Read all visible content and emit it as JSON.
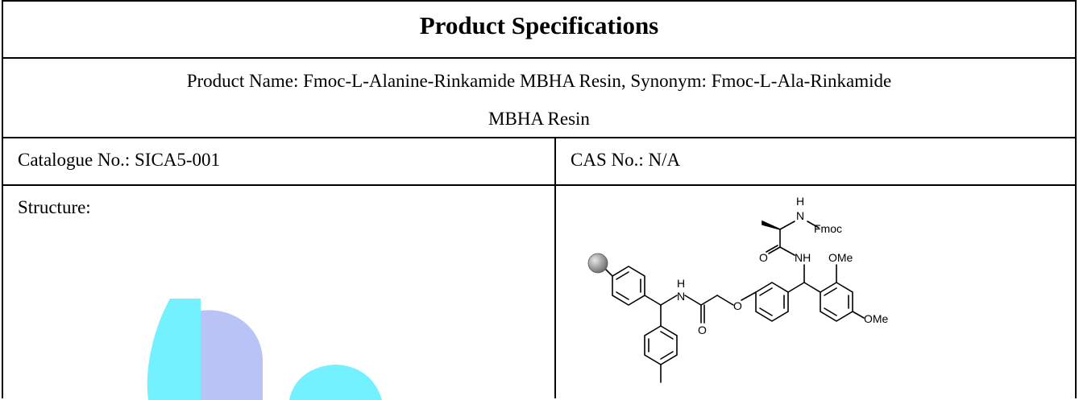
{
  "header": {
    "title": "Product Specifications"
  },
  "product": {
    "name_line1": "Product Name: Fmoc-L-Alanine-Rinkamide MBHA Resin, Synonym: Fmoc-L-Ala-Rinkamide",
    "name_line2": "MBHA Resin"
  },
  "details": {
    "catalogue": "Catalogue No.: SICA5-001",
    "cas": "CAS No.: N/A"
  },
  "structure": {
    "label": "Structure:",
    "atom_labels": {
      "nh_top": "H",
      "n_top": "N",
      "fmoc": "Fmoc",
      "o_amide1": "O",
      "nh_mid": "NH",
      "ome1": "OMe",
      "ome2": "OMe",
      "h_left": "H",
      "n_left": "N",
      "o_ether": "O",
      "o_amide2": "O"
    }
  },
  "colors": {
    "watermark_cyan": "#00e5ff",
    "watermark_blue": "#8b9bf0",
    "resin_bead": "#7a7a7a"
  }
}
